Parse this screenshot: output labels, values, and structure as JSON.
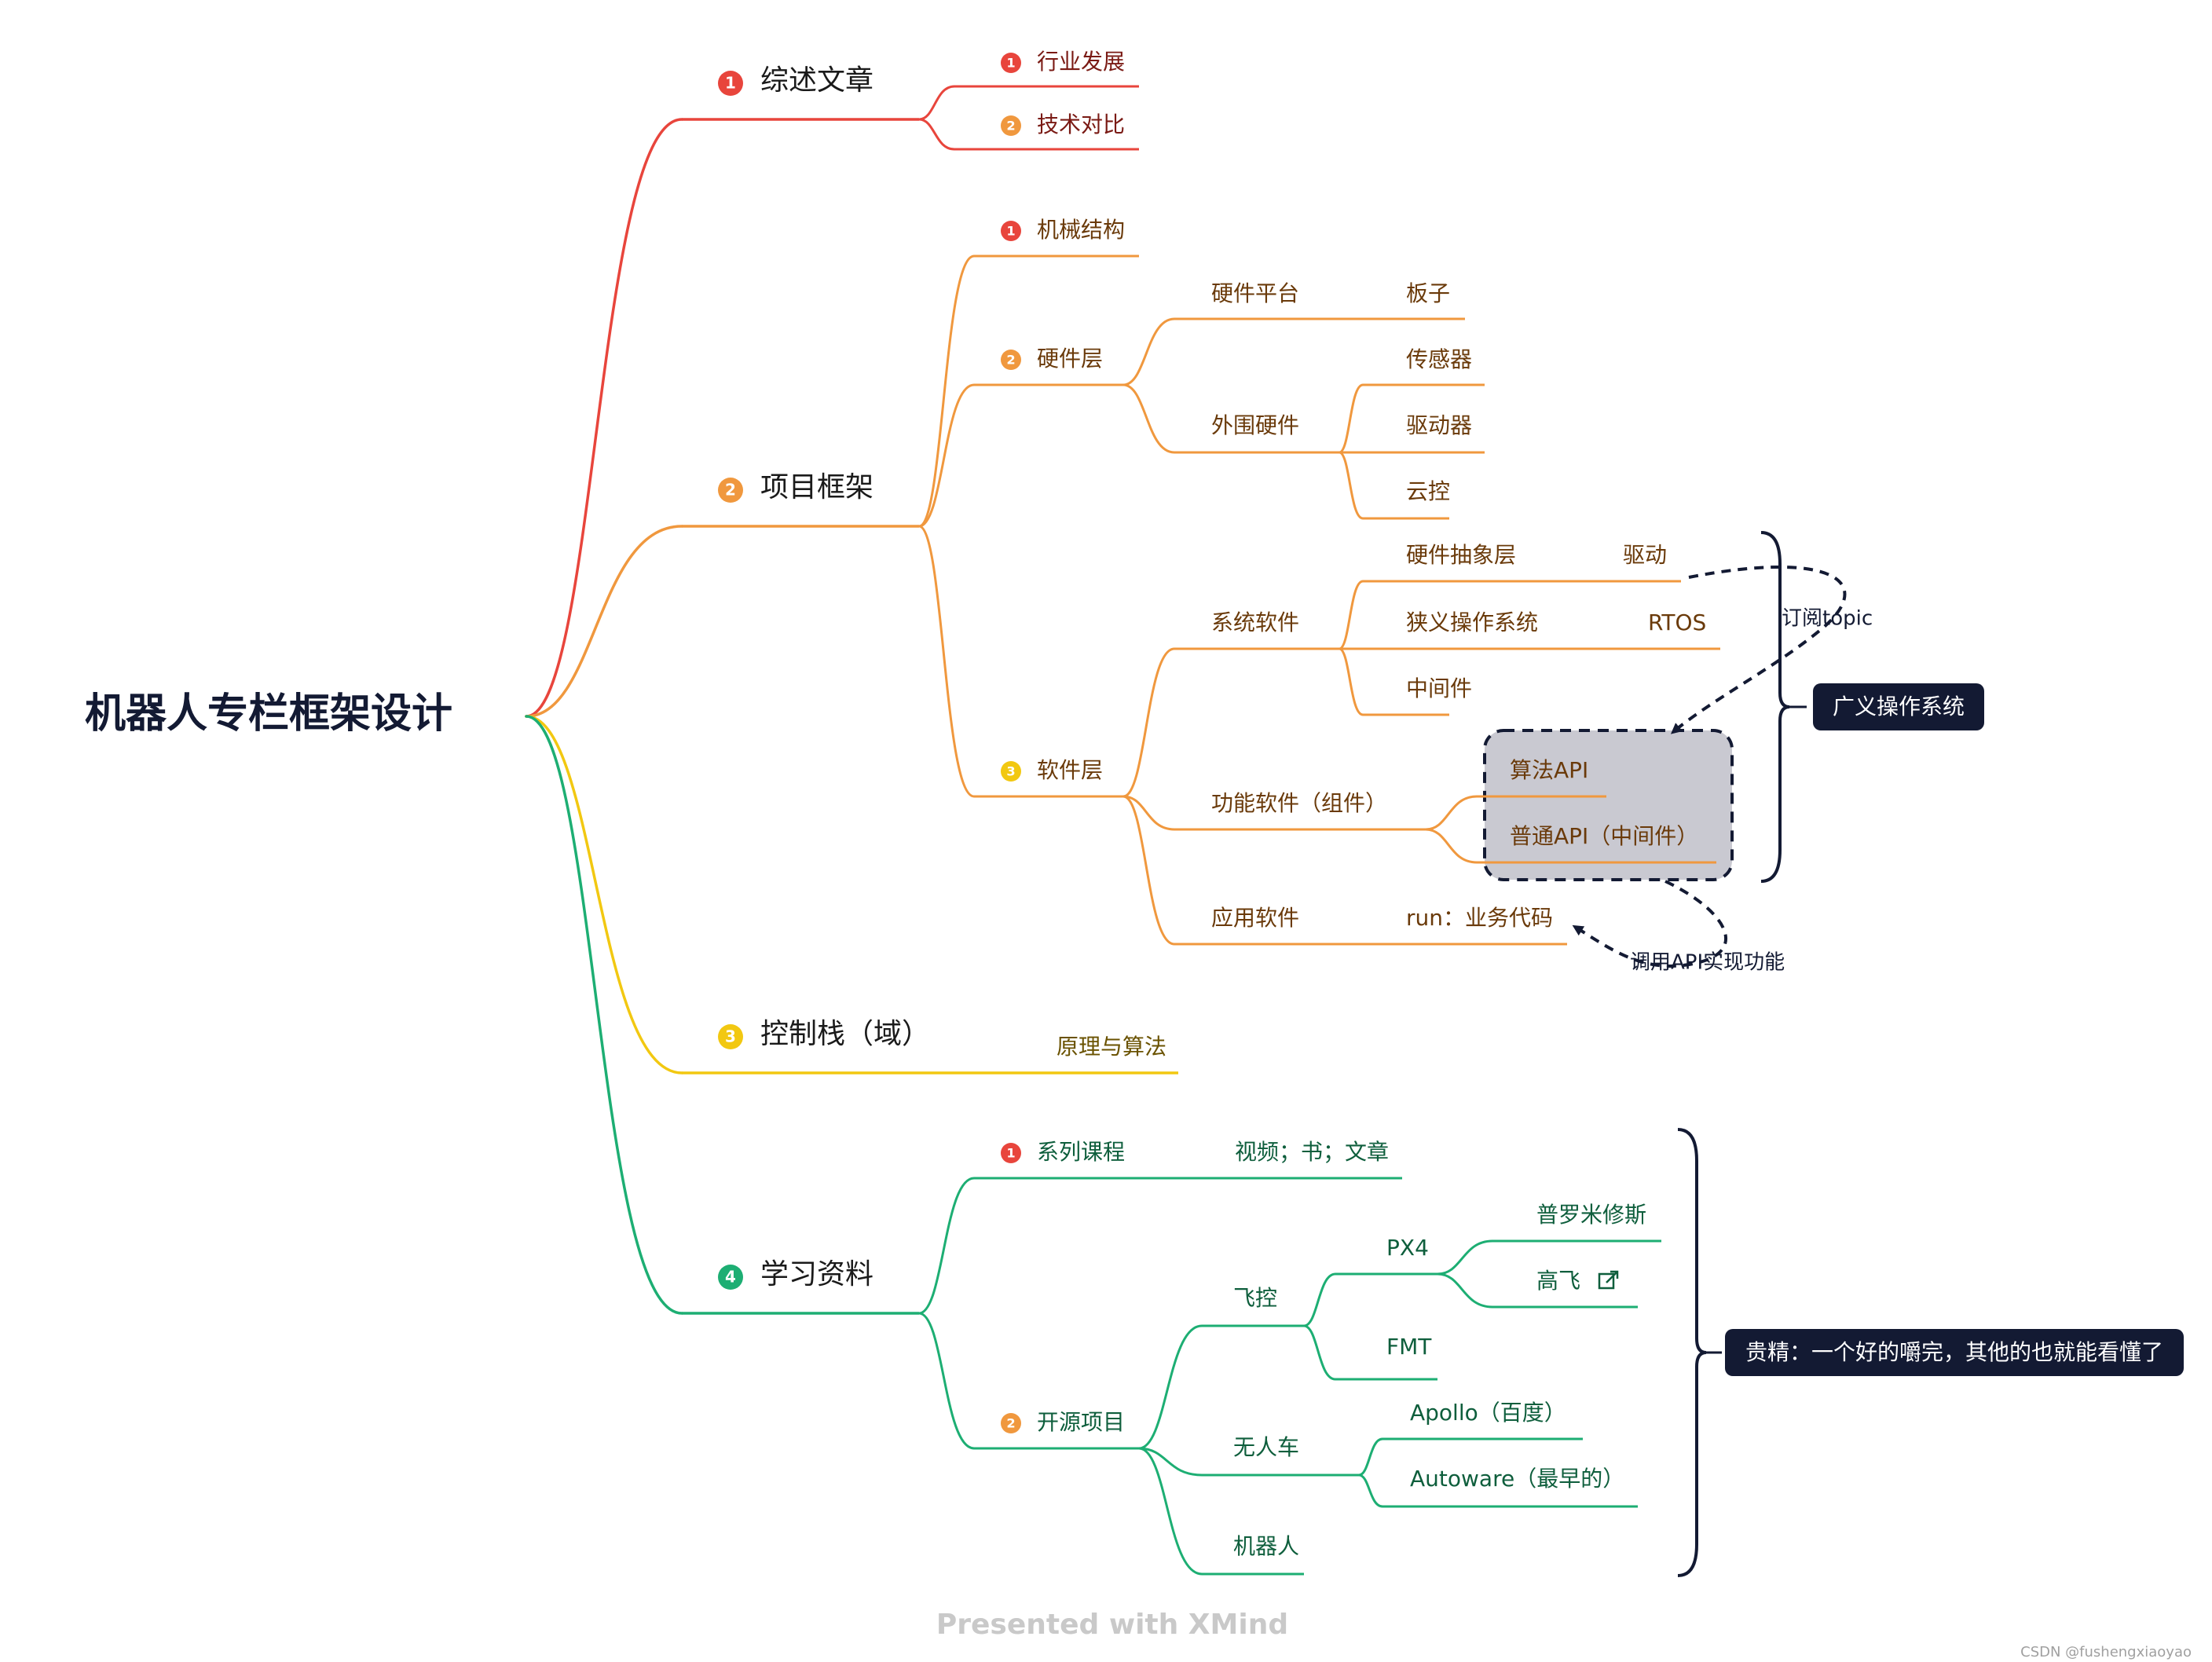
{
  "root": "机器人专栏框架设计",
  "palette": {
    "red": "#e8453c",
    "orange": "#f0983e",
    "yellow": "#f2c811",
    "green": "#1dae73",
    "red_text": "#7a1a14",
    "orange_text": "#6a3a0a",
    "yellow_text": "#6a5200",
    "green_text": "#0e5e3c",
    "navy": "#131a33",
    "boundary_fill": "#c9c9d1"
  },
  "branches": [
    {
      "label": "综述文章",
      "number": "1",
      "color_key": "red",
      "children": [
        {
          "label": "行业发展",
          "number": "1"
        },
        {
          "label": "技术对比",
          "number": "2"
        }
      ]
    },
    {
      "label": "项目框架",
      "number": "2",
      "color_key": "orange",
      "children": [
        {
          "label": "机械结构",
          "number": "1"
        },
        {
          "label": "硬件层",
          "number": "2",
          "children": [
            {
              "label": "硬件平台",
              "children": [
                {
                  "label": "板子"
                }
              ]
            },
            {
              "label": "外围硬件",
              "children": [
                {
                  "label": "传感器"
                },
                {
                  "label": "驱动器"
                },
                {
                  "label": "云控"
                }
              ]
            }
          ]
        },
        {
          "label": "软件层",
          "number": "3",
          "children": [
            {
              "label": "系统软件",
              "children": [
                {
                  "label": "硬件抽象层",
                  "children": [
                    {
                      "label": "驱动"
                    }
                  ]
                },
                {
                  "label": "狭义操作系统",
                  "children": [
                    {
                      "label": "RTOS"
                    }
                  ]
                },
                {
                  "label": "中间件"
                }
              ]
            },
            {
              "label": "功能软件（组件）",
              "children": [
                {
                  "label": "算法API"
                },
                {
                  "label": "普通API（中间件）"
                }
              ]
            },
            {
              "label": "应用软件",
              "children": [
                {
                  "label": "run：业务代码"
                }
              ]
            }
          ]
        }
      ]
    },
    {
      "label": "控制栈（域）",
      "number": "3",
      "color_key": "yellow",
      "children": [
        {
          "label": "原理与算法"
        }
      ]
    },
    {
      "label": "学习资料",
      "number": "4",
      "color_key": "green",
      "children": [
        {
          "label": "系列课程",
          "number": "1",
          "children": [
            {
              "label": "视频；书；文章"
            }
          ]
        },
        {
          "label": "开源项目",
          "number": "2",
          "children": [
            {
              "label": "飞控",
              "children": [
                {
                  "label": "PX4",
                  "children": [
                    {
                      "label": "普罗米修斯"
                    },
                    {
                      "label": "高飞",
                      "icon": "external-link-icon"
                    }
                  ]
                },
                {
                  "label": "FMT"
                }
              ]
            },
            {
              "label": "无人车",
              "children": [
                {
                  "label": "Apollo（百度）"
                },
                {
                  "label": "Autoware（最早的）"
                }
              ]
            },
            {
              "label": "机器人"
            }
          ]
        }
      ]
    }
  ],
  "relationships": [
    {
      "label": "订阅topic"
    },
    {
      "label": "调用API实现功能"
    }
  ],
  "summaries": [
    {
      "label": "广义操作系统"
    },
    {
      "label": "贵精：一个好的嚼完，其他的也就能看懂了"
    }
  ],
  "footer": "Presented with XMind",
  "watermark": "CSDN @fushengxiaoyao"
}
